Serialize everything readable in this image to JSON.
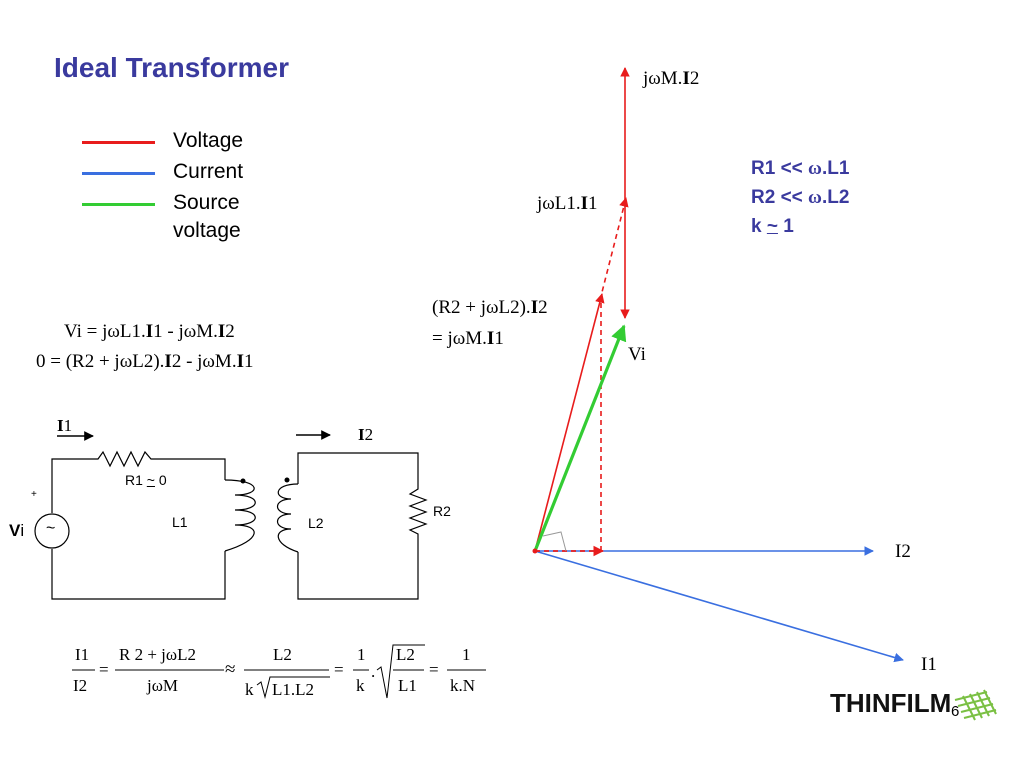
{
  "title": "Ideal Transformer",
  "legend": [
    {
      "label": "Voltage",
      "color": "#e81c1c"
    },
    {
      "label": "Current",
      "color": "#3a6fe0"
    },
    {
      "label": "Source voltage",
      "color": "#33cc33"
    }
  ],
  "conditions": {
    "line1_a": "R1 << ",
    "line1_b": "ω",
    "line1_c": ".L1",
    "line2_a": "R2 << ",
    "line2_b": "ω",
    "line2_c": ".L2",
    "line3_a": "k ",
    "line3_b": "~",
    "line3_c": " 1"
  },
  "equations": {
    "eq1_a": "Vi = jωL1.",
    "eq1_b": "I",
    "eq1_c": "1 - jωM.",
    "eq1_d": "I",
    "eq1_e": "2",
    "eq2_a": "0 = (R2 + jωL2).",
    "eq2_b": "I",
    "eq2_c": "2 - jωM.",
    "eq2_d": "I",
    "eq2_e": "1"
  },
  "phasor_labels": {
    "jwm_i2_a": "jωM.",
    "jwm_i2_b": "I",
    "jwm_i2_c": "2",
    "jwl1_i1_a": "jωL1.",
    "jwl1_i1_b": "I",
    "jwl1_i1_c": "1",
    "r2_a": "(R2 + jωL2).",
    "r2_b": "I",
    "r2_c": "2",
    "r2_d": "= jωM.",
    "r2_e": "I",
    "r2_f": "1",
    "vi": "Vi",
    "i2": "I2",
    "i1": "I1"
  },
  "circuit": {
    "i1_a": "I",
    "i1_b": "1",
    "i2_a": "I",
    "i2_b": "2",
    "r1_a": "R1 ",
    "r1_b": "~",
    "r1_c": " 0",
    "l1": "L1",
    "l2": "L2",
    "r2": "R2",
    "plus": "+",
    "vi_a": "V",
    "vi_b": "i",
    "source": "~"
  },
  "formula": {
    "f1n": "I1",
    "f1d": "I2",
    "eq1": "=",
    "f2n": "R 2 + jωL2",
    "f2d": "jωM",
    "approx": "≈",
    "f3n": "L2",
    "f3d_k": "k",
    "f3d_r": "L1.L2",
    "eq2": "=",
    "f4n": "1",
    "f4d": "k",
    "dot": ".",
    "f5n": "L2",
    "f5d": "L1",
    "eq3": "=",
    "f6n": "1",
    "f6d": "k.N"
  },
  "logo": "THINFILM",
  "page_number": "6",
  "colors": {
    "voltage": "#e81c1c",
    "current": "#3a6fe0",
    "source": "#33cc33",
    "title": "#3a3a9e",
    "logo_green": "#7ac043"
  }
}
